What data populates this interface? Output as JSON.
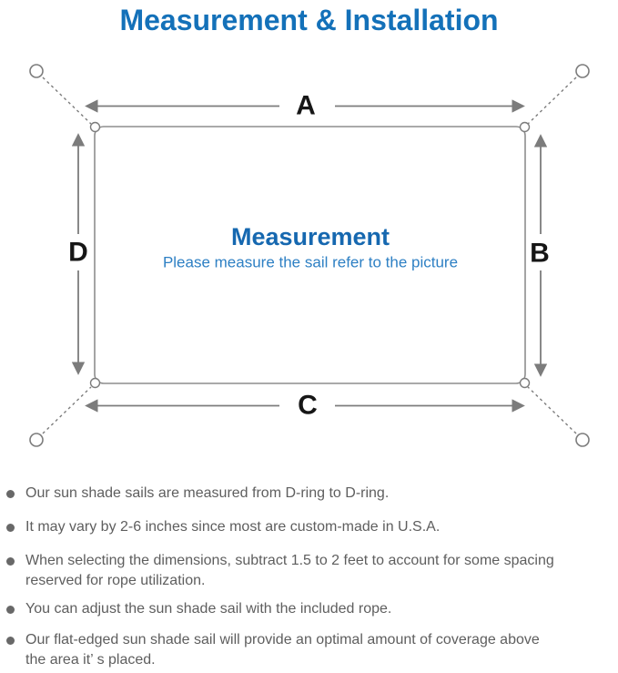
{
  "title": "Measurement & Installation",
  "theme": {
    "accent_blue": "#1471b9",
    "center_blue": "#1668b0",
    "subtitle_blue": "#2e80c4",
    "line_gray": "#7c7c7c",
    "text_gray": "#5e5e5e",
    "bullet_gray": "#686868",
    "label_black": "#161616"
  },
  "diagram": {
    "labels": {
      "top": "A",
      "right": "B",
      "bottom": "C",
      "left": "D"
    },
    "center_title": "Measurement",
    "center_subtitle": "Please measure the sail refer to the picture"
  },
  "notes": {
    "items": [
      {
        "text": "Our sun shade sails are measured from D-ring to D-ring."
      },
      {
        "text": "It may vary by 2-6 inches since most are custom-made in U.S.A."
      },
      {
        "text": "When selecting the dimensions, subtract 1.5 to 2 feet to account for some spacing\nreserved for rope utilization."
      },
      {
        "text": "You can adjust the sun shade sail with the included rope."
      },
      {
        "text": "Our flat-edged sun shade sail will provide an optimal amount of coverage above\nthe area it’ s placed."
      }
    ]
  }
}
